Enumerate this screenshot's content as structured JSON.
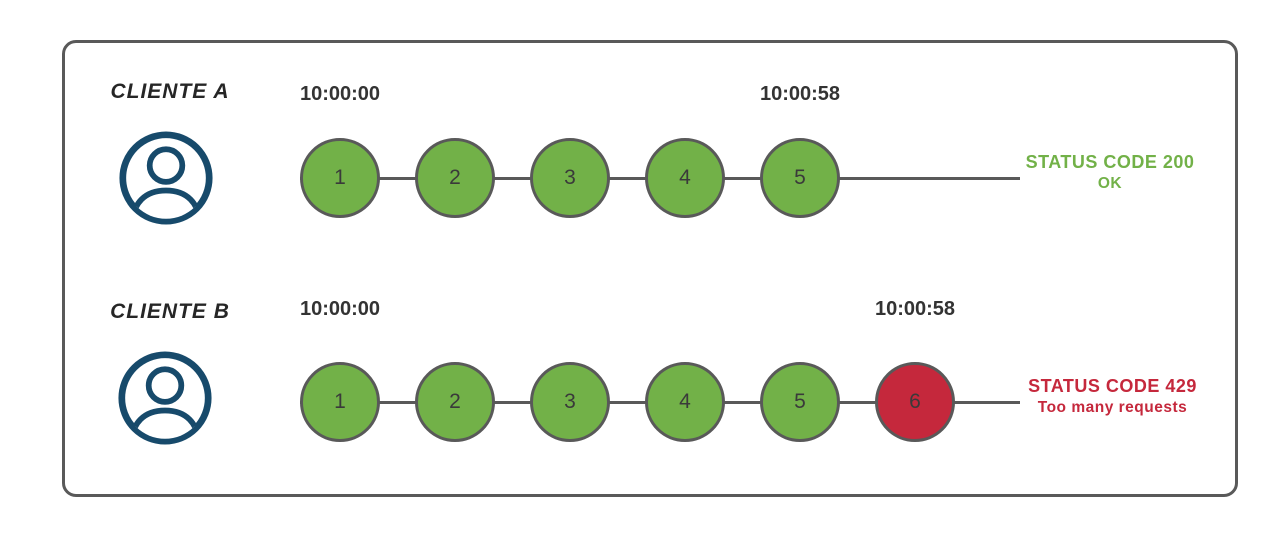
{
  "colors": {
    "ok": "#72b148",
    "error": "#c5283c",
    "stroke": "#595959",
    "avatar": "#174a6b"
  },
  "icons": {
    "avatar": "user-avatar"
  },
  "rows": [
    {
      "label": "CLIENTE A",
      "start_time": "10:00:00",
      "end_time": "10:00:58",
      "requests": [
        {
          "label": "1",
          "status": "ok"
        },
        {
          "label": "2",
          "status": "ok"
        },
        {
          "label": "3",
          "status": "ok"
        },
        {
          "label": "4",
          "status": "ok"
        },
        {
          "label": "5",
          "status": "ok"
        }
      ],
      "status_line1": "STATUS CODE 200",
      "status_line2": "OK"
    },
    {
      "label": "CLIENTE B",
      "start_time": "10:00:00",
      "end_time": "10:00:58",
      "requests": [
        {
          "label": "1",
          "status": "ok"
        },
        {
          "label": "2",
          "status": "ok"
        },
        {
          "label": "3",
          "status": "ok"
        },
        {
          "label": "4",
          "status": "ok"
        },
        {
          "label": "5",
          "status": "ok"
        },
        {
          "label": "6",
          "status": "error"
        }
      ],
      "status_line1": "STATUS CODE 429",
      "status_line2": "Too many requests"
    }
  ]
}
